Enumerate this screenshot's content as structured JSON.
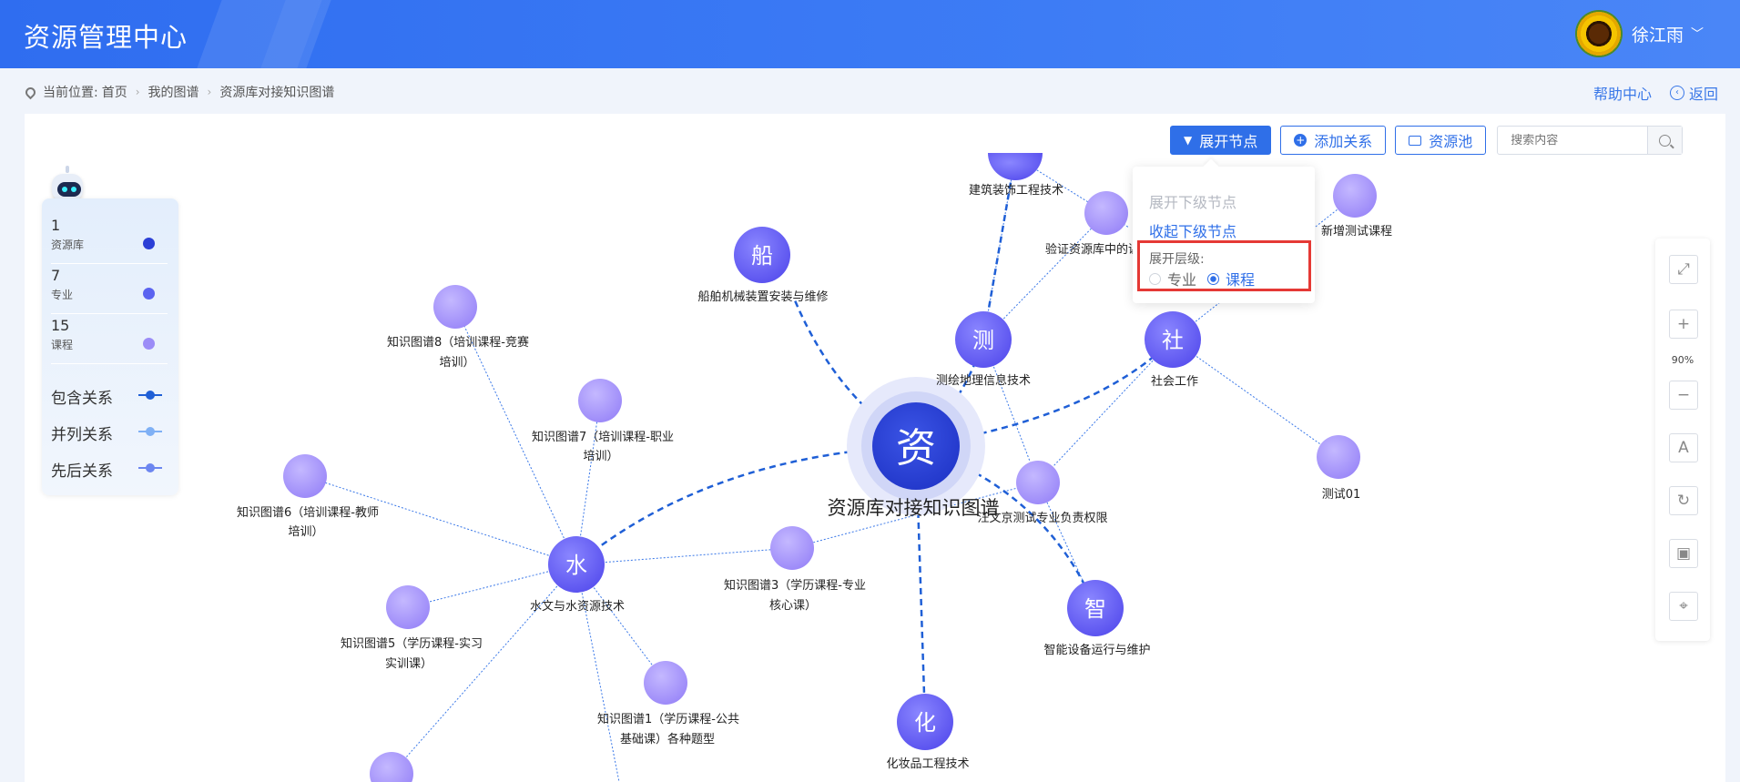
{
  "header": {
    "title": "资源管理中心",
    "user_name": "徐江雨",
    "caret": "﹀"
  },
  "breadcrumb": {
    "prefix": "当前位置:",
    "items": [
      "首页",
      "我的图谱",
      "资源库对接知识图谱"
    ],
    "separator": "›"
  },
  "top_links": {
    "help": "帮助中心",
    "back": "返回",
    "back_icon": "‹"
  },
  "toolbar": {
    "expand_label": "展开节点",
    "expand_caret": "▼",
    "add_relation_label": "添加关系",
    "add_icon": "+",
    "pool_label": "资源池",
    "search_placeholder": "搜索内容"
  },
  "dropdown": {
    "expand_children": "展开下级节点",
    "collapse_children": "收起下级节点",
    "level_label": "展开层级:",
    "options": [
      "专业",
      "课程"
    ],
    "selected": "课程"
  },
  "legend": {
    "counts": [
      {
        "count": "1",
        "label": "资源库",
        "color": "#2b3fd6"
      },
      {
        "count": "7",
        "label": "专业",
        "color": "#5b63f0"
      },
      {
        "count": "15",
        "label": "课程",
        "color": "#9b8cf7"
      }
    ],
    "relations": [
      {
        "label": "包含关系",
        "color": "#1f5fd6"
      },
      {
        "label": "并列关系",
        "color": "#7fb0f5"
      },
      {
        "label": "先后关系",
        "color": "#6c86f0"
      }
    ]
  },
  "rail": {
    "zoom": "90%",
    "fullscreen_icon": "⤢",
    "zoom_in_icon": "+",
    "zoom_out_icon": "−",
    "text_icon": "A",
    "refresh_icon": "↻",
    "image_icon": "▣",
    "locate_icon": "⌖"
  },
  "graph": {
    "center": {
      "char": "资",
      "label": "资源库对接知识图谱"
    },
    "majors": [
      {
        "char": "船",
        "label": "船舶机械装置安装与维修"
      },
      {
        "char": "测",
        "label": "测绘地理信息技术"
      },
      {
        "char": "社",
        "label": "社会工作"
      },
      {
        "char": "水",
        "label": "水文与水资源技术"
      },
      {
        "char": "智",
        "label": "智能设备运行与维护"
      },
      {
        "char": "化",
        "label": "化妆品工程技术"
      }
    ],
    "courses": [
      {
        "label": "建筑装饰工程技术"
      },
      {
        "label": "验证资源库中的课"
      },
      {
        "label": "新增测试课程"
      },
      {
        "label": "测试01"
      },
      {
        "label": "汪文京测试专业负责权限"
      },
      {
        "label": "知识图谱8（培训课程-竞赛",
        "label2": "培训）"
      },
      {
        "label": "知识图谱7（培训课程-职业",
        "label2": "培训）"
      },
      {
        "label": "知识图谱6（培训课程-教师",
        "label2": "培训）"
      },
      {
        "label": "知识图谱3（学历课程-专业",
        "label2": "核心课）"
      },
      {
        "label": "知识图谱5（学历课程-实习",
        "label2": "实训课）"
      },
      {
        "label": "知识图谱1（学历课程-公共",
        "label2": "基础课）各种题型"
      }
    ]
  }
}
